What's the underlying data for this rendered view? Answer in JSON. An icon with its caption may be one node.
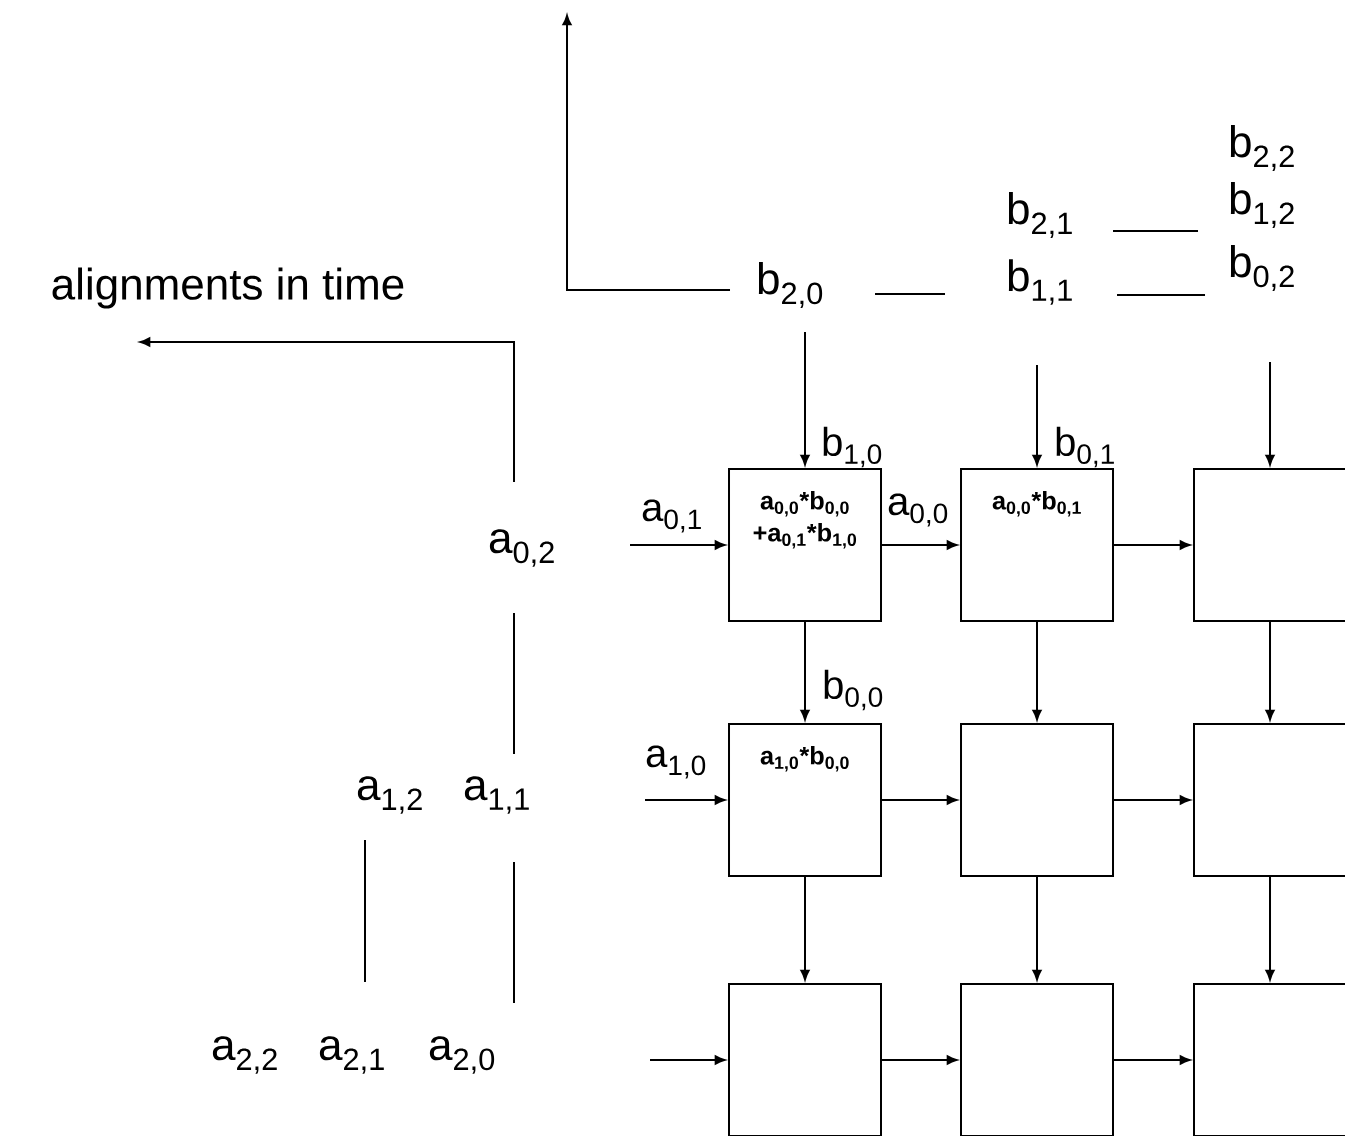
{
  "diagram": {
    "nodes": [
      {
        "text": [
          "a$_{0,0}$*b$_{0,0}$ +a$_{0,1}$*b$_{1,0}$"
        ]
      },
      {
        "text": [
          "a$_{0,0}$*b$_{0,1}$"
        ]
      },
      {
        "text": [],
        "shape": "box"
      },
      {
        "text": [
          "a$_{1,0}$*b$_{0,0}$"
        ]
      },
      {
        "text": [],
        "shape": "box"
      },
      {
        "text": [],
        "shape": "box"
      },
      {
        "text": [],
        "shape": "box"
      },
      {
        "text": [],
        "shape": "box"
      },
      {
        "text": [],
        "shape": "box"
      }
    ],
    "edges": [
      {
        "from": null,
        "to": 0,
        "arrow": "to",
        "label": "b$_{1,0}$"
      },
      {
        "from": null,
        "to": 1,
        "arrow": "to",
        "label": "b$_{0,1}$"
      },
      {
        "from": null,
        "to": 2,
        "arrow": "to"
      },
      {
        "from": null,
        "to": 0,
        "arrow": "to",
        "label": "a$_{0,1}$"
      },
      {
        "from": null,
        "to": 3,
        "arrow": "to",
        "label": "a$_{1,0}$"
      },
      {
        "from": null,
        "to": 6,
        "arrow": "to"
      },
      {
        "from": 0,
        "to": 1,
        "arrow": "to",
        "label": "a$_{0,0}$"
      },
      {
        "from": 1,
        "to": 2,
        "arrow": "to"
      },
      {
        "from": 3,
        "to": 4,
        "arrow": "to"
      },
      {
        "from": 4,
        "to": 5,
        "arrow": "to"
      },
      {
        "from": 6,
        "to": 7,
        "arrow": "to"
      },
      {
        "from": 7,
        "to": 8,
        "arrow": "to"
      },
      {
        "from": 0,
        "to": 3,
        "arrow": "to",
        "label": "b$_{0,0}$"
      },
      {
        "from": 3,
        "to": 6,
        "arrow": "to"
      },
      {
        "from": 1,
        "to": 4,
        "arrow": "to"
      },
      {
        "from": 4,
        "to": 7,
        "arrow": "to"
      },
      {
        "from": 2,
        "to": 5,
        "arrow": "to"
      },
      {
        "from": 5,
        "to": 8,
        "arrow": "to"
      }
    ],
    "labels": [
      "b$_{2,2}$",
      "b$_{2,1}$",
      "b$_{1,2}$",
      "alignments in time",
      "b$_{2,0}$",
      "b$_{1,1}$",
      "b$_{0,2}$",
      "a$_{0,2}$",
      "a$_{1,2}$",
      "a$_{1,1}$",
      "a$_{2,2}$",
      "a$_{2,1}$",
      "a$_{2,0}$"
    ]
  }
}
